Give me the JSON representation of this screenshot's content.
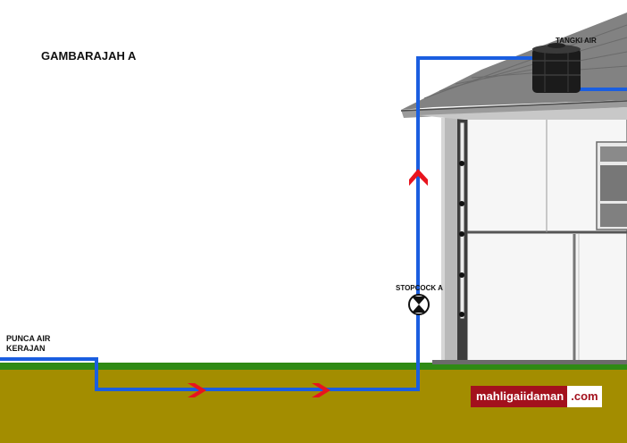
{
  "diagram": {
    "title": "GAMBARAJAH A",
    "source_label_lines": [
      "PUNCA AIR",
      "KERAJAN"
    ],
    "tank_label": "TANGKI AIR",
    "stopcock_label": "STOPCOCK A",
    "watermark": {
      "left": "mahligaiidaman",
      "right": ".com"
    }
  },
  "colors": {
    "pipe": "#1a5ee0",
    "arrow": "#e8141e",
    "soil": "#a38d00",
    "grass": "#2f8a14",
    "roof": "#828282",
    "wall_column": "#b9b9b9",
    "tank": "#1b1b1b",
    "watermark_bg": "#a3111d"
  },
  "icons": [
    "flow-arrow-icon",
    "stopcock-valve-icon",
    "water-tank-icon"
  ]
}
